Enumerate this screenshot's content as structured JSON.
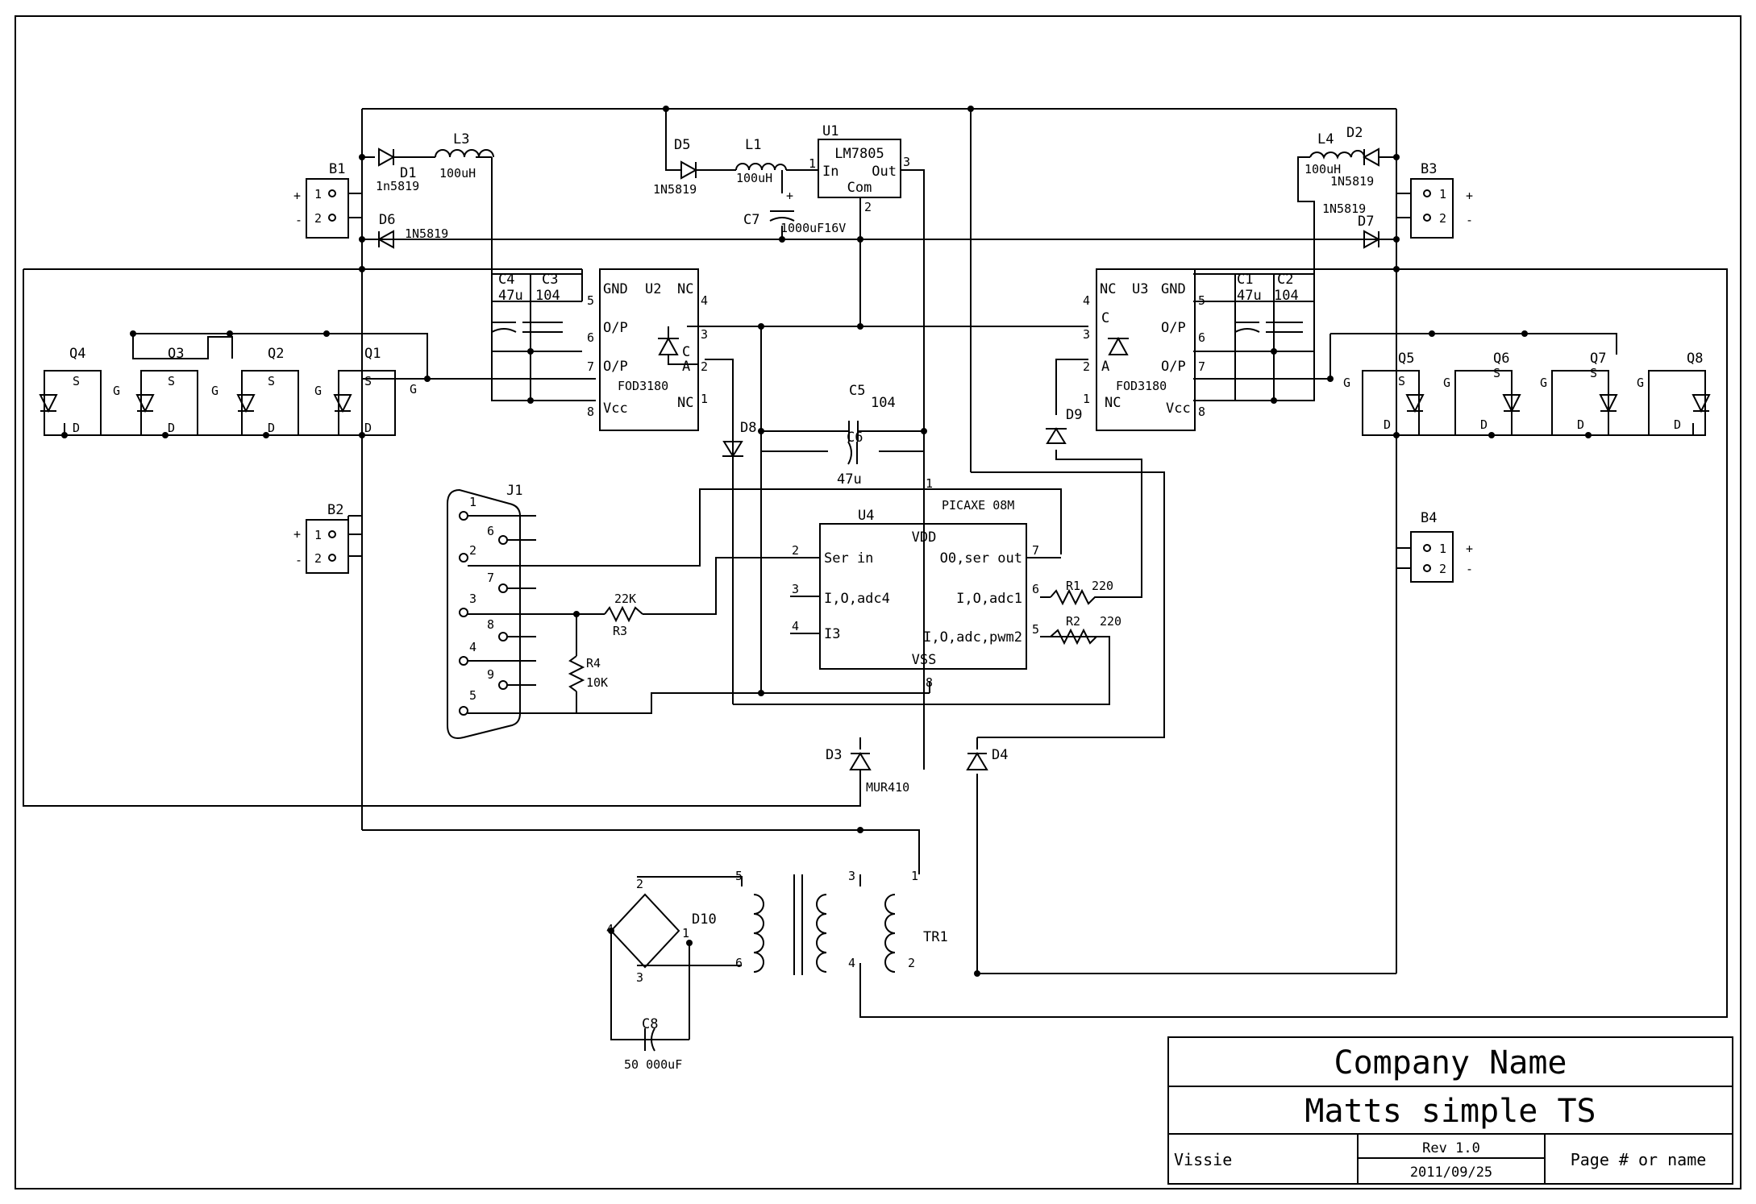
{
  "title_block": {
    "company": "Company Name",
    "title": "Matts simple TS",
    "author": "Vissie",
    "rev": "Rev 1.0",
    "date": "2011/09/25",
    "page": "Page # or name"
  },
  "components": {
    "B1": {
      "ref": "B1",
      "p1": "1",
      "p2": "2",
      "plus": "+",
      "minus": "-"
    },
    "B2": {
      "ref": "B2",
      "p1": "1",
      "p2": "2",
      "plus": "+",
      "minus": "-"
    },
    "B3": {
      "ref": "B3",
      "p1": "1",
      "p2": "2",
      "plus": "+",
      "minus": "-"
    },
    "B4": {
      "ref": "B4",
      "p1": "1",
      "p2": "2",
      "plus": "+",
      "minus": "-"
    },
    "D1": {
      "ref": "D1",
      "value": "1n5819"
    },
    "D6": {
      "ref": "D6",
      "value": "1N5819"
    },
    "D5": {
      "ref": "D5",
      "value": "1N5819"
    },
    "D2": {
      "ref": "D2",
      "value": "1N5819"
    },
    "D7": {
      "ref": "D7",
      "value": "1N5819"
    },
    "L3": {
      "ref": "L3",
      "value": "100uH"
    },
    "L1": {
      "ref": "L1",
      "value": "100uH"
    },
    "L4": {
      "ref": "L4",
      "value": "100uH"
    },
    "U1": {
      "ref": "U1",
      "part": "LM7805",
      "in": "In",
      "out": "Out",
      "com": "Com",
      "pin1": "1",
      "pin2": "2",
      "pin3": "3"
    },
    "C7": {
      "ref": "C7",
      "value": "1000uF16V"
    },
    "C4": {
      "ref": "C4",
      "value": "47u"
    },
    "C3": {
      "ref": "C3",
      "value": "104"
    },
    "C1": {
      "ref": "C1",
      "value": "47u"
    },
    "C2": {
      "ref": "C2",
      "value": "104"
    },
    "C5": {
      "ref": "C5",
      "value": "104"
    },
    "C6": {
      "ref": "C6",
      "value": "47u"
    },
    "C8": {
      "ref": "C8",
      "value": "50 000uF"
    },
    "U2": {
      "ref": "U2",
      "part": "FOD3180",
      "gnd": "GND",
      "nc": "NC",
      "op": "O/P",
      "vcc": "Vcc",
      "c": "C",
      "a": "A"
    },
    "U3": {
      "ref": "U3",
      "part": "FOD3180",
      "gnd": "GND",
      "nc": "NC",
      "op": "O/P",
      "vcc": "Vcc",
      "c": "C",
      "a": "A"
    },
    "U4": {
      "ref": "U4",
      "part": "PICAXE 08M",
      "vdd": "VDD",
      "vss": "VSS",
      "serin": "Ser in",
      "serout": "O0,ser out",
      "adc4": "I,O,adc4",
      "i3": "I3",
      "adc1": "I,O,adc1",
      "pwm2": "I,O,adc,pwm2"
    },
    "D8": {
      "ref": "D8"
    },
    "D9": {
      "ref": "D9"
    },
    "D3": {
      "ref": "D3",
      "value": "MUR410"
    },
    "D4": {
      "ref": "D4"
    },
    "D10": {
      "ref": "D10"
    },
    "R1": {
      "ref": "R1",
      "value": "220"
    },
    "R2": {
      "ref": "R2",
      "value": "220"
    },
    "R3": {
      "ref": "R3",
      "value": "22K"
    },
    "R4": {
      "ref": "R4",
      "value": "10K"
    },
    "J1": {
      "ref": "J1"
    },
    "TR1": {
      "ref": "TR1"
    },
    "Q1": {
      "ref": "Q1"
    },
    "Q2": {
      "ref": "Q2"
    },
    "Q3": {
      "ref": "Q3"
    },
    "Q4": {
      "ref": "Q4"
    },
    "Q5": {
      "ref": "Q5"
    },
    "Q6": {
      "ref": "Q6"
    },
    "Q7": {
      "ref": "Q7"
    },
    "Q8": {
      "ref": "Q8"
    }
  },
  "mosfet_pins": {
    "g": "G",
    "s": "S",
    "d": "D"
  },
  "pin_numbers": [
    "1",
    "2",
    "3",
    "4",
    "5",
    "6",
    "7",
    "8",
    "9"
  ]
}
